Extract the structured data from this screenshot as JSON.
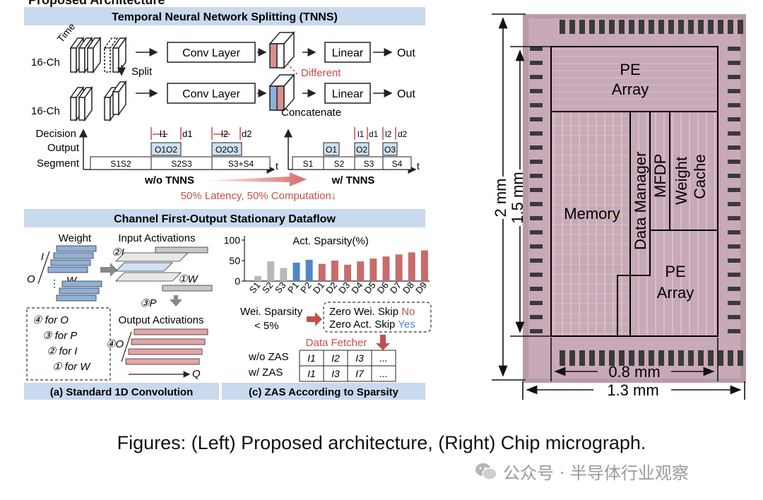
{
  "left_figure": {
    "top_partial": "Proposed Architecture",
    "tnns": {
      "title": "Temporal Neural Network Splitting (TNNS)",
      "time": "Time",
      "ch": "16-Ch",
      "split": "Split",
      "conv": "Conv Layer",
      "linear": "Linear",
      "out": "Out",
      "different": "Different",
      "concatenate": "Concatenate",
      "decision_output": "Decision",
      "output": "Output",
      "segment": "Segment",
      "l1": "l1",
      "d1": "d1",
      "l2": "l2",
      "d2": "d2",
      "wo_segments": [
        "S1S2",
        "S2S3",
        "S3+S4"
      ],
      "wo_outputs": [
        "O1O2",
        "O2O3"
      ],
      "w_segments": [
        "S1",
        "S2",
        "S3",
        "S4"
      ],
      "w_outputs": [
        "O1",
        "O2",
        "O3"
      ],
      "t": "t",
      "wo_label": "w/o TNNS",
      "w_label": "w/ TNNS",
      "benefit": "50% Latency, 50% Computation↓"
    },
    "cfos": {
      "title": "Channel First-Output Stationary Dataflow",
      "weight": "Weight",
      "input_act": "Input Activations",
      "output_act": "Output Activations",
      "I": "I",
      "O": "O",
      "W": "W",
      "P": "P",
      "Q": "Q",
      "c2I": "②I",
      "c1W": "①W",
      "c3P": "③P",
      "c4O": "④O",
      "loop": [
        "④ for O",
        "③ for P",
        "② for I",
        "① for W"
      ],
      "sub_a": "(a) Standard 1D Convolution",
      "sub_c": "(c) ZAS According to Sparsity",
      "wei_sparsity_1": "Wei. Sparsity",
      "wei_sparsity_2": "< 5%",
      "zero_wei": "Zero Wei. Skip",
      "no": "No",
      "zero_act": "Zero Act. Skip",
      "yes": "Yes",
      "data_fetcher": "Data Fetcher",
      "wo_zas": "w/o ZAS",
      "w_zas": "w/  ZAS",
      "wo_row": [
        "I1",
        "I2",
        "I3",
        "..."
      ],
      "w_row": [
        "I1",
        "I3",
        "I7",
        "..."
      ]
    }
  },
  "chart_data": {
    "type": "bar",
    "title": "Act. Sparsity(%)",
    "categories": [
      "S1",
      "S2",
      "S3",
      "P1",
      "P2",
      "D1",
      "D2",
      "D3",
      "D4",
      "D5",
      "D6",
      "D7",
      "D8",
      "D9"
    ],
    "values": [
      12,
      48,
      32,
      45,
      52,
      42,
      50,
      40,
      48,
      55,
      60,
      65,
      70,
      75
    ],
    "colors": [
      "#b8b8b8",
      "#b8b8b8",
      "#b8b8b8",
      "#4f86c6",
      "#4f86c6",
      "#c96b6b",
      "#c96b6b",
      "#c96b6b",
      "#c96b6b",
      "#c96b6b",
      "#c96b6b",
      "#c96b6b",
      "#c96b6b",
      "#c96b6b"
    ],
    "ylim": [
      0,
      100
    ],
    "yticks": [
      0,
      50,
      100
    ]
  },
  "chip": {
    "pe_array_top_1": "PE",
    "pe_array_top_2": "Array",
    "memory": "Memory",
    "data_manager": "Data Manager",
    "mfdp": "MFDP",
    "weight_cache_1": "Weight",
    "weight_cache_2": "Cache",
    "pe_array_bot_1": "PE",
    "pe_array_bot_2": "Array",
    "dim_2mm": "2 mm",
    "dim_15mm": "1.5 mm",
    "dim_08mm": "0.8 mm",
    "dim_13mm": "1.3 mm"
  },
  "caption": "Figures: (Left) Proposed architecture, (Right) Chip micrograph.",
  "watermark": "公众号 · 半导体行业观察"
}
